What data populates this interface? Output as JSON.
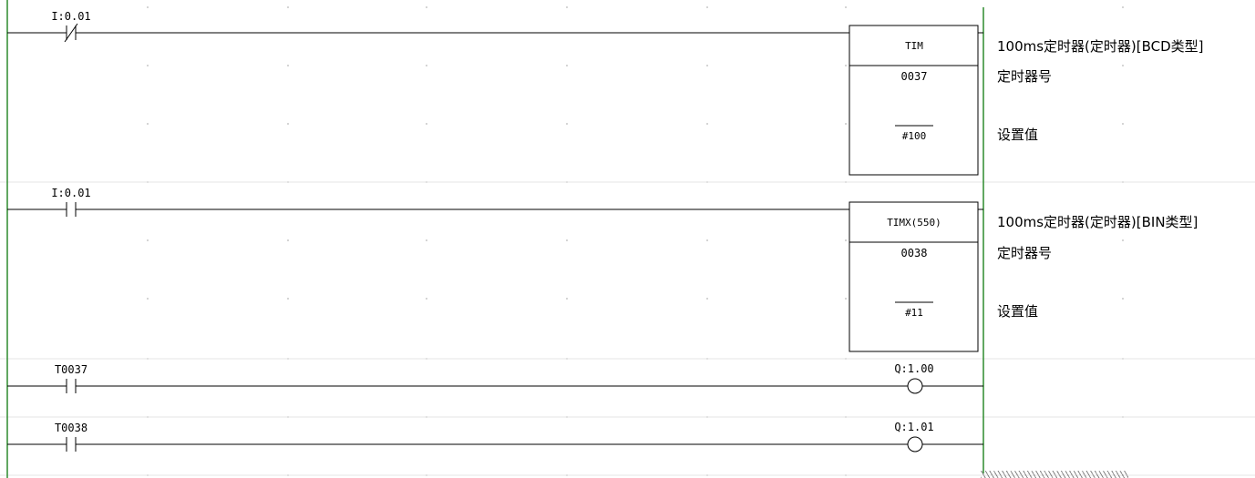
{
  "colors": {
    "rail": "#2e8b2e",
    "grid_dot": "#c8c8c8",
    "rung_separator": "#e6e6e6",
    "wire": "#000000"
  },
  "rungs": [
    {
      "contact": {
        "address": "I:0.01",
        "type": "normally-closed"
      },
      "block": {
        "instruction": "TIM",
        "operands": [
          {
            "value": "0037",
            "comment": "定时器号"
          },
          {
            "value": "#100",
            "comment": "设置值"
          }
        ],
        "comment": "100ms定时器(定时器)[BCD类型]"
      }
    },
    {
      "contact": {
        "address": "I:0.01",
        "type": "normally-open"
      },
      "block": {
        "instruction": "TIMX(550)",
        "operands": [
          {
            "value": "0038",
            "comment": "定时器号"
          },
          {
            "value": "#11",
            "comment": "设置值"
          }
        ],
        "comment": "100ms定时器(定时器)[BIN类型]"
      }
    },
    {
      "contact": {
        "address": "T0037",
        "type": "normally-open"
      },
      "coil": {
        "address": "Q:1.00"
      }
    },
    {
      "contact": {
        "address": "T0038",
        "type": "normally-open"
      },
      "coil": {
        "address": "Q:1.01"
      }
    }
  ]
}
